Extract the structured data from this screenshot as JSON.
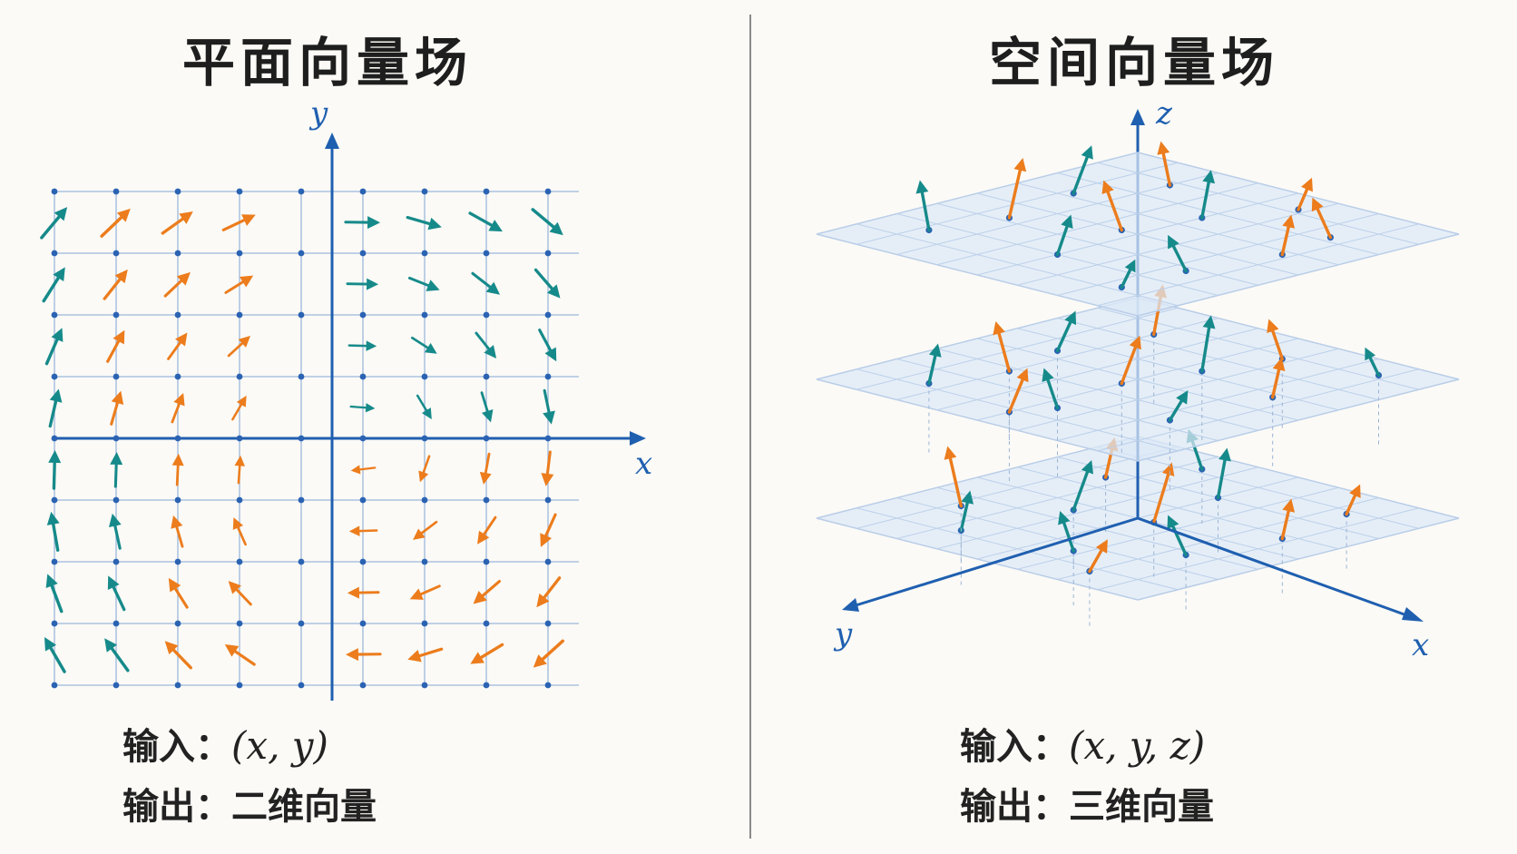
{
  "left": {
    "title": "平面向量场",
    "axis_x": "x",
    "axis_y": "y",
    "input_label": "输入：",
    "input_value": "(x, y)",
    "output_label": "输出：",
    "output_value": "二维向量"
  },
  "right": {
    "title": "空间向量场",
    "axis_x": "x",
    "axis_y": "y",
    "axis_z": "z",
    "input_label": "输入：",
    "input_value": "(x, y, z)",
    "output_label": "输出：",
    "output_value": "三维向量"
  },
  "colors": {
    "axis": "#1f5fb0",
    "grid": "#9db8dc",
    "dot": "#2b63b3",
    "teal": "#168a8a",
    "orange": "#ec7c1c",
    "plane_fill": "#dde9f7"
  }
}
